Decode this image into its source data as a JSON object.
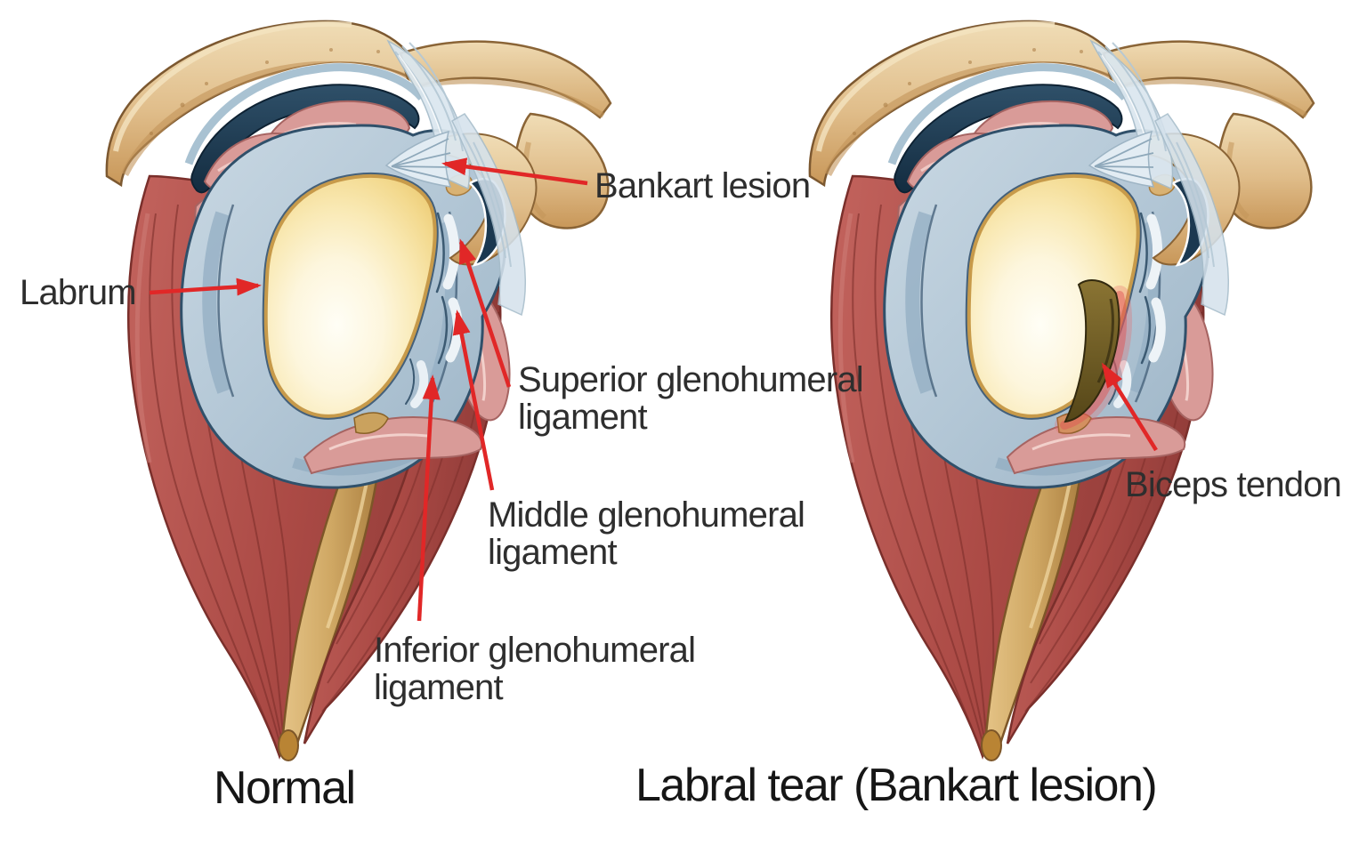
{
  "diagram": {
    "title_semantic": "Shoulder glenoid anatomy comparison",
    "figures": {
      "left": {
        "caption": "Normal",
        "labels": {
          "labrum": "Labrum",
          "bankart_lesion": "Bankart lesion",
          "superior_ghl_line1": "Superior glenohumeral",
          "superior_ghl_line2": "ligament",
          "middle_ghl_line1": "Middle glenohumeral",
          "middle_ghl_line2": "ligament",
          "inferior_ghl_line1": "Inferior glenohumeral",
          "inferior_ghl_line2": "ligament"
        }
      },
      "right": {
        "caption": "Labral tear (Bankart lesion)",
        "labels": {
          "biceps_tendon": "Biceps tendon"
        }
      }
    },
    "colors": {
      "background": "#ffffff",
      "arrow_red": "#e12727",
      "label_text": "#2e2e2e",
      "caption_text": "#161616",
      "bone_tan": "#e2c193",
      "muscle_red": "#b0504c",
      "muscle_pink": "#d99b98",
      "capsule_blue_gray": "#b7c9d8",
      "cartilage_cream": "#f8ecc0",
      "dark_navy": "#1d3e57",
      "ligament_light_blue": "#dbe7ef",
      "tendon_gold": "#c9a05c",
      "lesion_olive": "#6f5d26",
      "lesion_glow": "#e86868"
    }
  }
}
